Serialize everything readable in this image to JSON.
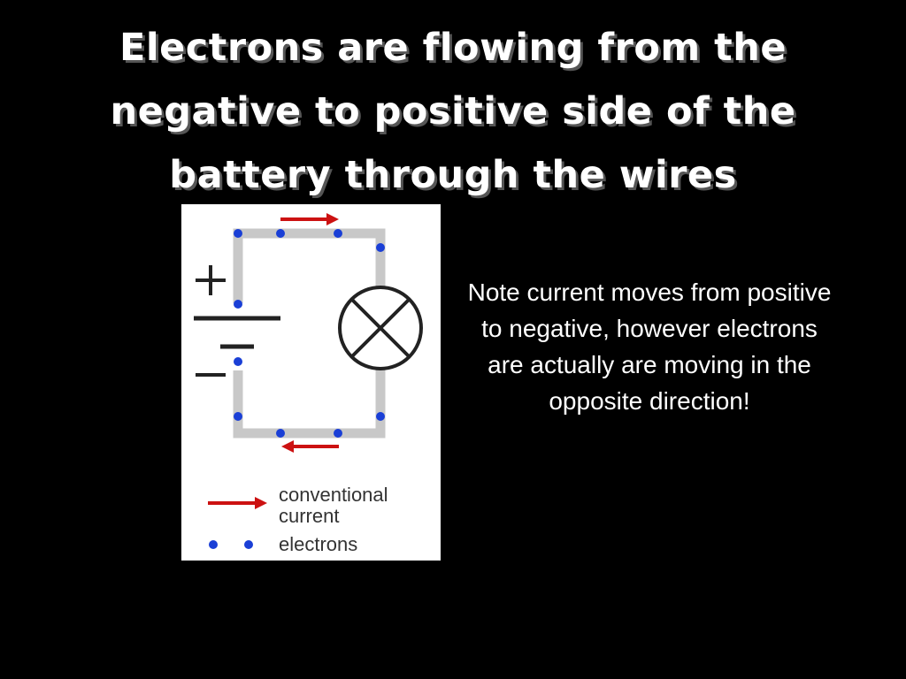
{
  "slide": {
    "background": "#000000",
    "title": "Electrons are flowing from the negative to positive side of the battery through the wires",
    "note": "Note current moves from positive to negative, however electrons are actually are moving in the opposite direction!"
  },
  "diagram": {
    "battery_positive_symbol": "+",
    "battery_negative_symbol": "−",
    "lamp_icon": "lamp-x-icon",
    "legend": {
      "conventional_current_line1": "conventional",
      "conventional_current_line2": "current",
      "electrons_label": "electrons"
    },
    "colors": {
      "wire": "#c8c8c8",
      "electron": "#1a3fd6",
      "current_arrow": "#cc1111",
      "symbols": "#222222"
    }
  }
}
